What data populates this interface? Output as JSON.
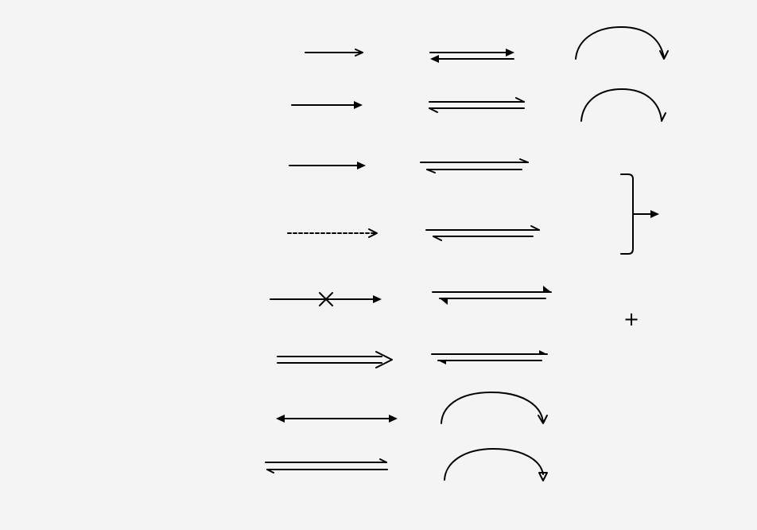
{
  "diagram": {
    "background_color": "#f4f4f4",
    "stroke_color": "#000000",
    "plus_symbol": "+",
    "arrow_types": [
      "line-open-arrow",
      "line-filled-arrow",
      "line-solid-arrow",
      "dashed-open-arrow",
      "crossed-out-arrow",
      "double-line-open-arrow",
      "double-headed-arrow",
      "half-headed-equilibrium-arrow",
      "filled-equilibrium-arrow",
      "half-headed-equilibrium-arrow",
      "half-headed-equilibrium-arrow",
      "half-headed-equilibrium-arrow",
      "half-headed-equilibrium-arrow",
      "half-headed-equilibrium-arrow",
      "curved-open-arrow",
      "curved-hollow-triangle-arrow",
      "curved-open-arrow",
      "curved-half-open-arrow",
      "bracket-arrow"
    ]
  }
}
